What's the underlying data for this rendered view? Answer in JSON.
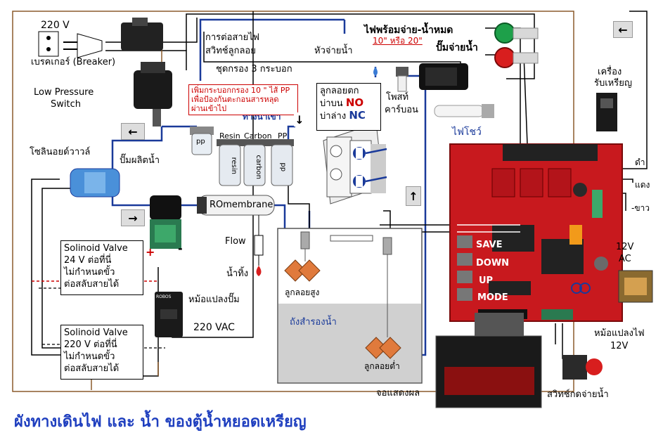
{
  "title": {
    "part1": "ผังทางเดินไฟ",
    "part2": "และ น้ำ",
    "part3": "ของตู้น้ำหยอดเหรียญ"
  },
  "labels": {
    "v220": "220 V",
    "breaker": "เบรคเกอร์ (Breaker)",
    "low_pressure_1": "Low Pressure",
    "low_pressure_2": "Switch",
    "float_wiring_1": "การต่อสายไฟ",
    "float_wiring_2": "สวิทช์ลูกลอย",
    "filter_set": "ชุดกรอง 3 กระบอก",
    "ready_light": "ไฟพร้อมจ่าย-น้ำหมด",
    "dispense_head": "หัวจ่ายน้ำ",
    "size_10_20": "10\" หรือ 20\"",
    "dispense_pump": "ปั๊มจ่ายน้ำ",
    "coin_acceptor_1": "เครื่อง",
    "coin_acceptor_2": "รับเหรียญ",
    "post_carbon_1": "โพสท์",
    "post_carbon_2": "คาร์บอน",
    "show_light": "ไฟโชว์",
    "water_in": "ทางน้ำเข้า",
    "resin_top": "Resin",
    "carbon_top": "Carbon",
    "pp_top": "PP",
    "pp_small": "pp",
    "resin_v": "resin",
    "carbon_v": "carbon",
    "pp_v": "pp",
    "solenoid_valve": "โซลินอยด์วาวล์",
    "production_pump": "ปั๊มผลิตน้ำ",
    "ro_membrane": "ROmembrane",
    "flow": "Flow",
    "waste_water": "น้ำทิ้ง",
    "high_float": "ลูกลอยสูง",
    "low_float": "ลูกลอยต่ำ",
    "tank": "ถังสำรองน้ำ",
    "pump_transformer": "หม้อแปลงปั๊ม",
    "vac220": "220 VAC",
    "display": "จอแสดงผล",
    "push_switch": "สวิทช์กดจ่ายน้ำ",
    "transformer_12v_1": "หม้อแปลงไฟ",
    "transformer_12v_2": "12V",
    "ac12v_1": "12V",
    "ac12v_2": "AC",
    "wire_black": "ดำ",
    "wire_red": "แดง",
    "wire_white": "-ขาว",
    "plus": "+",
    "minus": "-"
  },
  "float_box": {
    "line1": "ลูกลอยตก",
    "line2a": "บ่าบน",
    "line2b": "NO",
    "line3a": "บ่าล่าง",
    "line3b": "NC"
  },
  "note_pp": {
    "line1": "เพิ่มกระบอกกรอง 10 \" ไส้ PP",
    "line2": "เพื่อป้องกันตะกอนสารหลุด",
    "line3": "ผ่านเข้าไป"
  },
  "solenoid_24": {
    "line1": "Solinoid Valve",
    "line2": "24 V ต่อที่นี่",
    "line3": "ไม่กำหนดขั้ว",
    "line4": "ต่อสลับสายได้"
  },
  "solenoid_220": {
    "line1": "Solinoid Valve",
    "line2": "220  V ต่อที่นี่",
    "line3": "ไม่กำหนดขั้ว",
    "line4": "ต่อสลับสายได้"
  },
  "board_buttons": {
    "save": "SAVE",
    "down": "DOWN",
    "up": "UP",
    "mode": "MODE"
  },
  "pump_brand": "ROBOS",
  "arrows": {
    "left": "←",
    "right": "→",
    "up": "↑",
    "down": "↓"
  },
  "colors": {
    "wire_blue": "#1a3a9a",
    "wire_brown": "#8b5a2b",
    "wire_black": "#000000",
    "board_red": "#c8191e",
    "title_blue": "#1f3fbf",
    "note_red": "#cc0000",
    "green_light": "#1ea04a",
    "red_light": "#d81e1e",
    "float_orange": "#e07a3c"
  }
}
